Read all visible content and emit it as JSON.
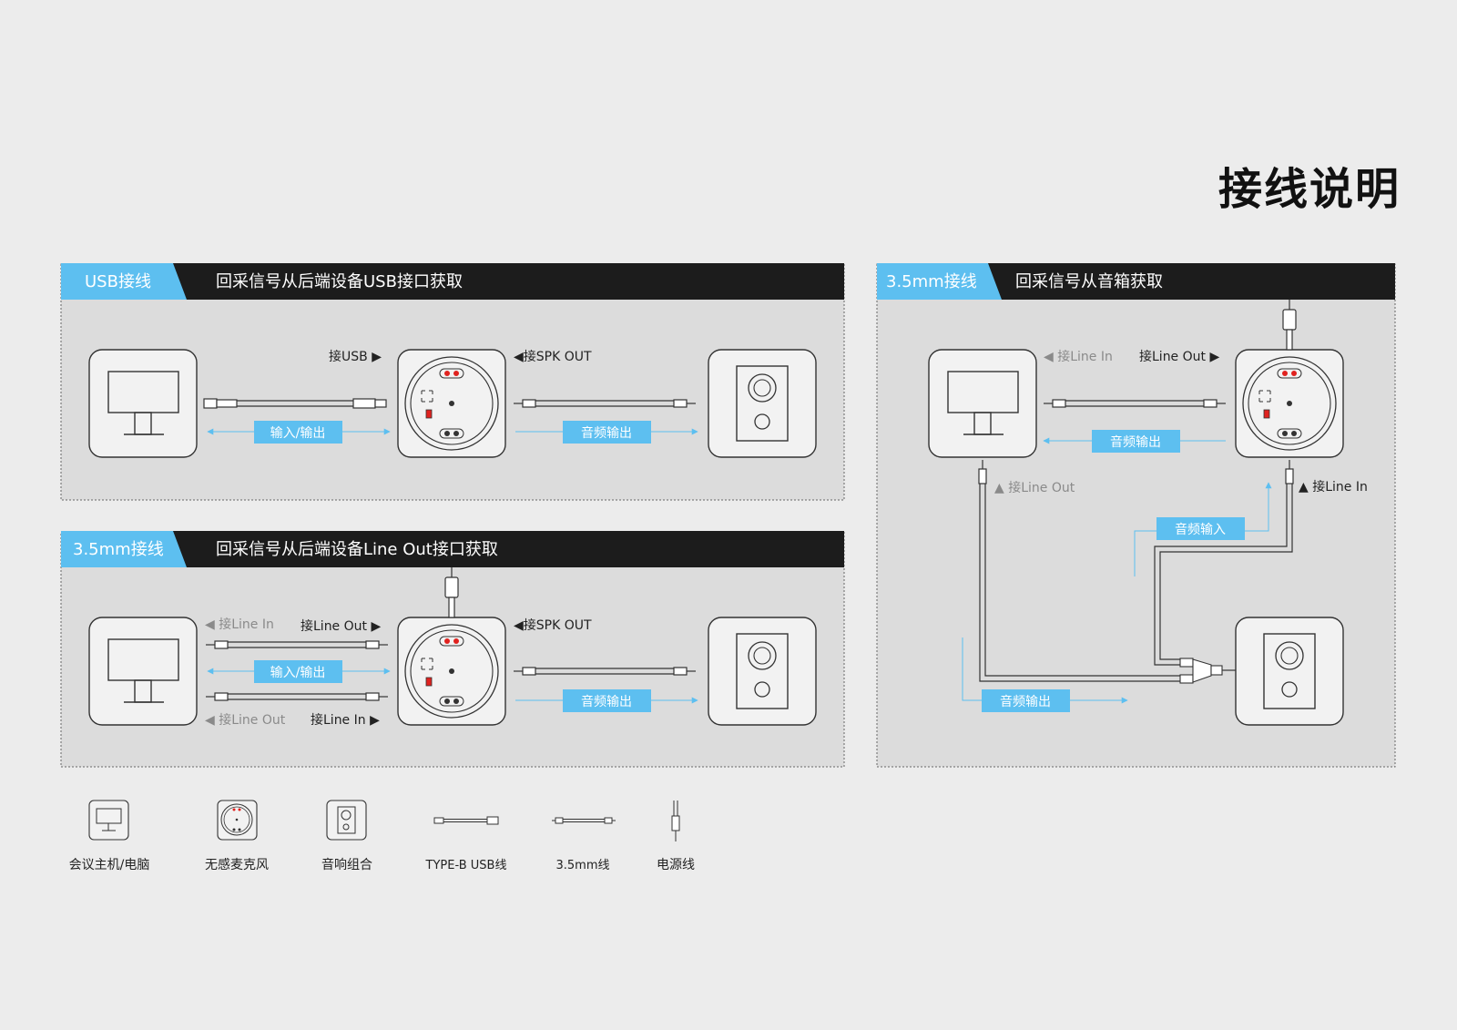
{
  "page_title": "接线说明",
  "colors": {
    "accent": "#5dbff0",
    "header_bg": "#1c1c1c",
    "panel_bg": "#dcdcdc",
    "device_fill": "#f2f2f2",
    "ink": "#333333",
    "muted": "#8a8a8a",
    "red": "#e0221f"
  },
  "panels": {
    "usb": {
      "tag": "USB接线",
      "desc": "回采信号从后端设备USB接口获取",
      "label_usb": "接USB ▶",
      "label_spk": "◀接SPK OUT",
      "badge_io": "输入/输出",
      "badge_audio_out": "音频输出"
    },
    "line_out": {
      "tag": "3.5mm接线",
      "desc": "回采信号从后端设备Line Out接口获取",
      "label_line_in_top": "◀ 接Line In",
      "label_line_out_top": "接Line Out ▶",
      "label_line_out_bottom": "◀ 接Line Out",
      "label_line_in_bottom": "接Line In ▶",
      "label_spk": "◀接SPK OUT",
      "badge_io": "输入/输出",
      "badge_audio_out": "音频输出"
    },
    "speaker": {
      "tag": "3.5mm接线",
      "desc": "回采信号从音箱获取",
      "label_line_in_top": "◀ 接Line In",
      "label_line_out_top": "接Line Out ▶",
      "label_line_out_left": "▲ 接Line Out",
      "label_line_in_right": "▲ 接Line In",
      "badge_audio_out_top": "音频输出",
      "badge_audio_in": "音频输入",
      "badge_audio_out_bottom": "音频输出"
    }
  },
  "legend": [
    {
      "icon": "monitor-icon",
      "label": "会议主机/电脑"
    },
    {
      "icon": "microphone-icon",
      "label": "无感麦克风"
    },
    {
      "icon": "speaker-icon",
      "label": "音响组合"
    },
    {
      "icon": "usb-cable-icon",
      "label": "TYPE-B USB线"
    },
    {
      "icon": "audio-cable-icon",
      "label": "3.5mm线"
    },
    {
      "icon": "power-cable-icon",
      "label": "电源线"
    }
  ]
}
